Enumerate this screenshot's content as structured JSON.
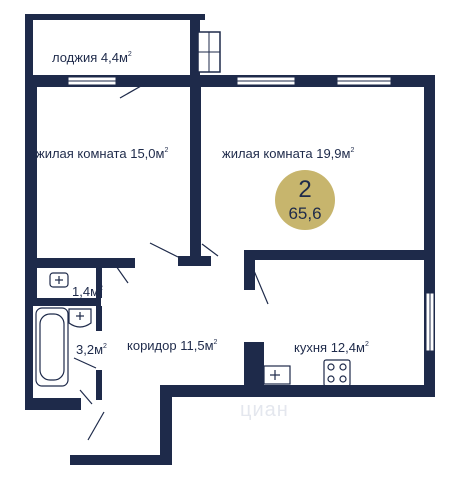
{
  "colors": {
    "wall": "#1e2a4a",
    "badge": "#c7b56d",
    "text": "#1e2a4a",
    "fixture": "#1e2a4a",
    "watermark": "#e4e7ee"
  },
  "rooms": {
    "loggia": {
      "name": "лоджия",
      "area": "4,4м",
      "unit_exp": "2"
    },
    "living1": {
      "name": "жилая комната",
      "area": "15,0м",
      "unit_exp": "2"
    },
    "living2": {
      "name": "жилая комната",
      "area": "19,9м",
      "unit_exp": "2"
    },
    "wc": {
      "area": "1,4м",
      "unit_exp": "2"
    },
    "bath": {
      "area": "3,2м",
      "unit_exp": "2"
    },
    "corridor": {
      "name": "коридор",
      "area": "11,5м",
      "unit_exp": "2"
    },
    "kitchen": {
      "name": "кухня",
      "area": "12,4м",
      "unit_exp": "2"
    }
  },
  "badge": {
    "rooms": "2",
    "total_area": "65,6"
  },
  "watermark": "циан"
}
